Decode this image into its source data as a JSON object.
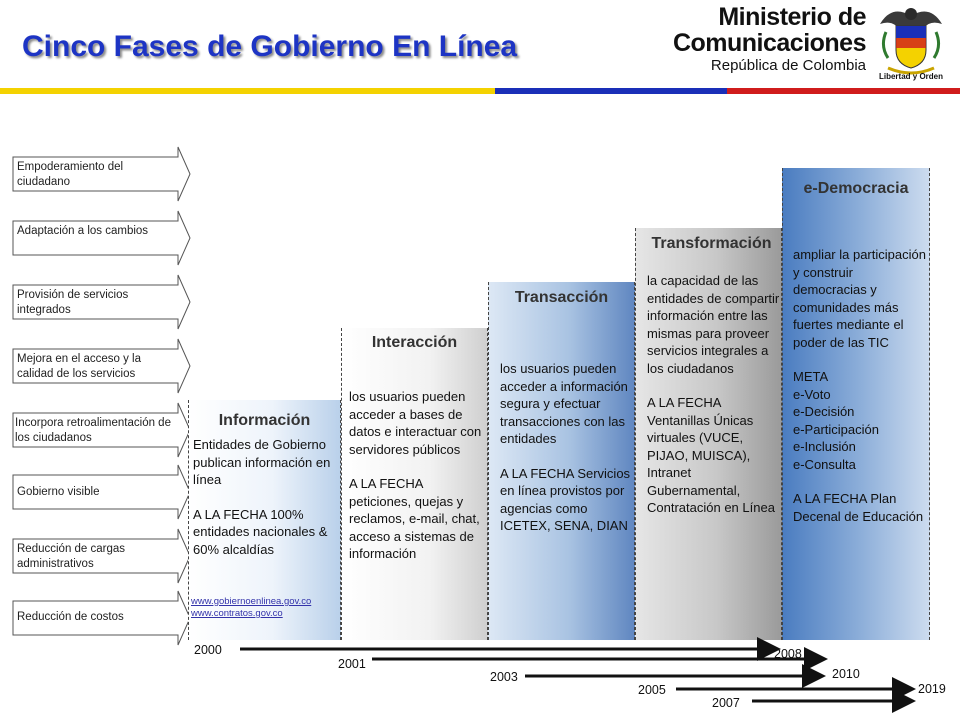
{
  "header": {
    "title": "Cinco Fases de Gobierno En Línea",
    "ministry_line1": "Ministerio de",
    "ministry_line2": "Comunicaciones",
    "ministry_line3": "República de Colombia",
    "seal_motto": "Libertad y Orden"
  },
  "colors": {
    "title": "#1d34c4",
    "flag_yellow": "#f4d200",
    "flag_blue": "#1a2fb8",
    "flag_red": "#d01c1c"
  },
  "arrows": [
    {
      "label": "Empoderamiento del ciudadano"
    },
    {
      "label": "Adaptación a los cambios"
    },
    {
      "label": "Provisión de servicios integrados"
    },
    {
      "label": "Mejora en el acceso y la calidad de los servicios"
    },
    {
      "label": "Incorpora retroalimentación de los ciudadanos"
    },
    {
      "label": "Gobierno visible"
    },
    {
      "label": "Reducción de cargas administrativos"
    },
    {
      "label": "Reducción de costos"
    }
  ],
  "phases": {
    "informacion": {
      "title": "Información",
      "desc": "Entidades de Gobierno publican información en línea",
      "status": "A LA FECHA 100% entidades nacionales & 60% alcaldías",
      "link1": "www.gobiernoenlinea.gov.co",
      "link2": "www.contratos.gov.co"
    },
    "interaccion": {
      "title": "Interacción",
      "desc": "los usuarios pueden acceder a bases de datos e interactuar con servidores públicos",
      "status": "A LA FECHA peticiones, quejas y reclamos, e-mail, chat, acceso a sistemas de información"
    },
    "transaccion": {
      "title": "Transacción",
      "desc": "los usuarios pueden acceder a información segura y efectuar transacciones con las entidades",
      "status": "A LA FECHA Servicios en línea provistos por agencias como ICETEX, SENA, DIAN"
    },
    "transformacion": {
      "title": "Transformación",
      "desc": "la capacidad de las entidades de compartir información entre las mismas para proveer servicios integrales a los ciudadanos",
      "status": "A LA FECHA Ventanillas Únicas virtuales (VUCE, PIJAO, MUISCA), Intranet Gubernamental, Contratación en Línea"
    },
    "edemocracia": {
      "title": "e-Democracia",
      "desc": "ampliar la participación y construir democracias y comunidades más fuertes mediante el poder de las TIC",
      "meta_label": "META",
      "meta": [
        "e-Voto",
        "e-Decisión",
        "e-Participación",
        "e-Inclusión",
        "e-Consulta"
      ],
      "status": "A LA FECHA Plan Decenal de Educación"
    }
  },
  "timeline": {
    "y2000": "2000",
    "y2001": "2001",
    "y2003": "2003",
    "y2005": "2005",
    "y2007": "2007",
    "y2008": "2008",
    "y2010": "2010",
    "y2019": "2019"
  }
}
